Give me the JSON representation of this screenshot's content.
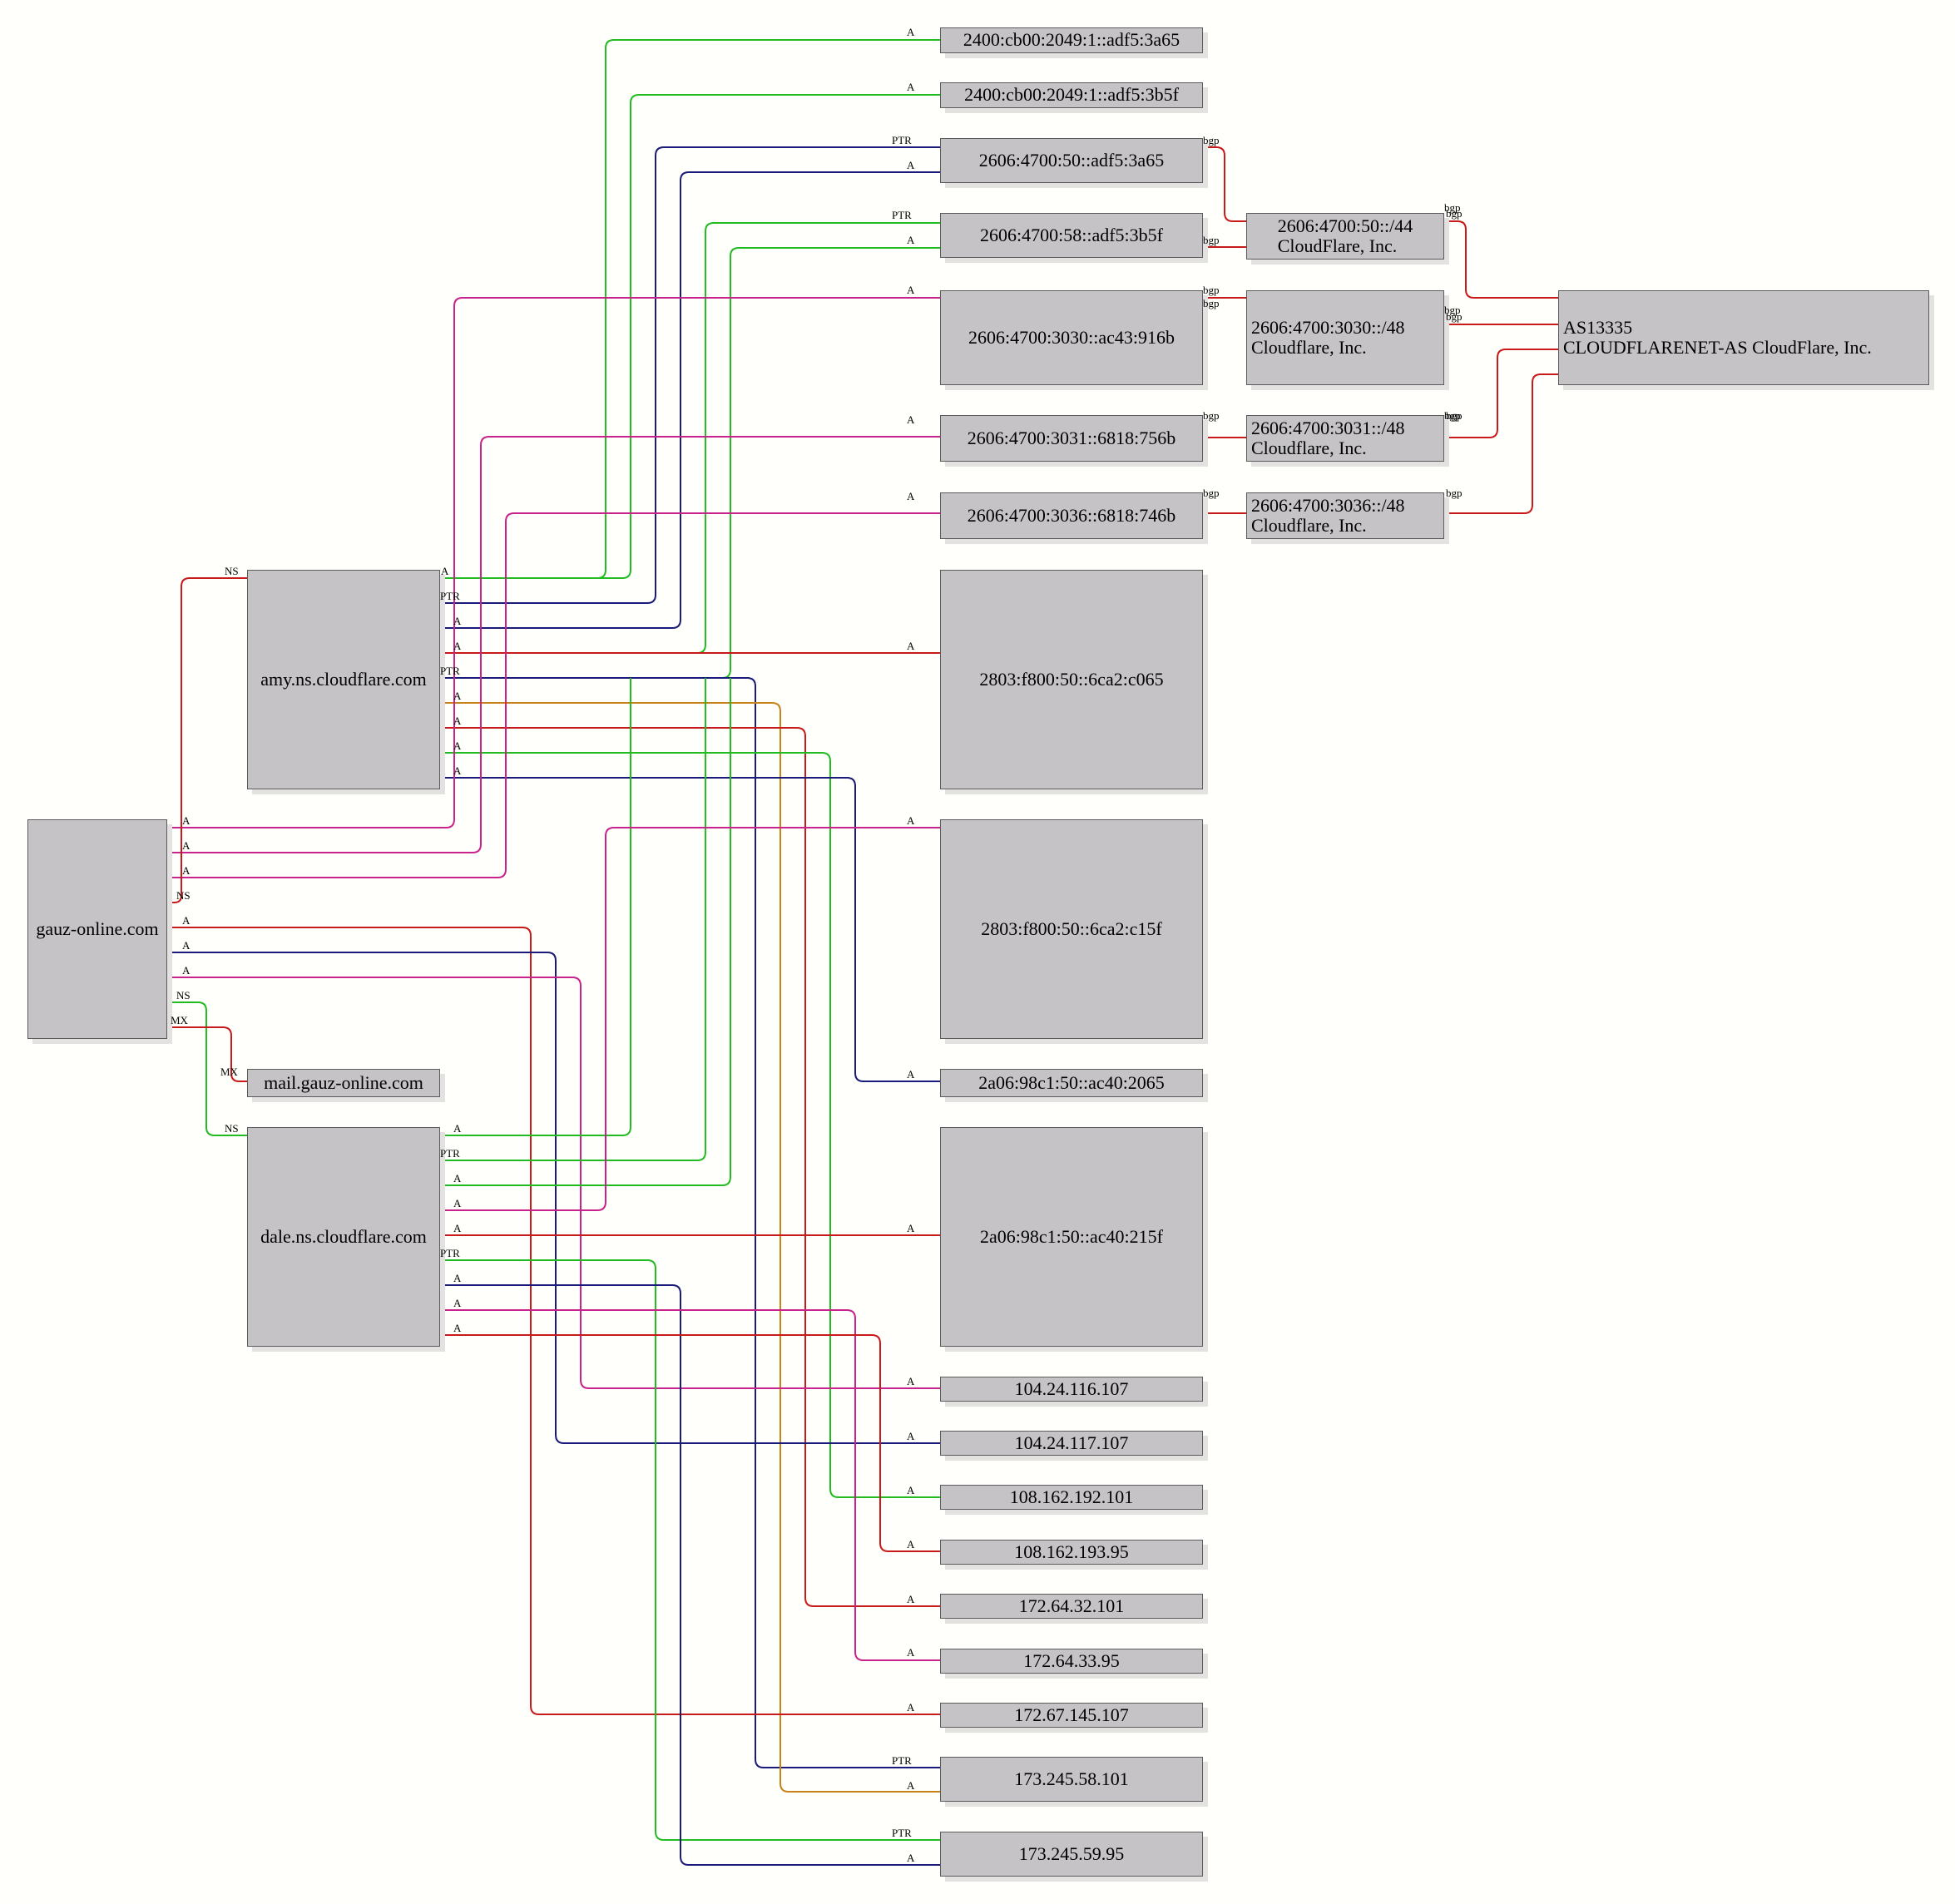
{
  "colors": {
    "green": "#22bb22",
    "navy": "#1a1a7a",
    "red": "#c81a1a",
    "magenta": "#c8238c",
    "orange": "#c8821a",
    "node_fill": "#c5c3c6",
    "node_border": "#5c5a5d",
    "background": "#fffffb"
  },
  "nodes": {
    "gauz": {
      "label": "gauz-online.com"
    },
    "amy": {
      "label": "amy.ns.cloudflare.com"
    },
    "dale": {
      "label": "dale.ns.cloudflare.com"
    },
    "mail": {
      "label": "mail.gauz-online.com"
    },
    "v6_2400_3a65": {
      "label": "2400:cb00:2049:1::adf5:3a65"
    },
    "v6_2400_3b5f": {
      "label": "2400:cb00:2049:1::adf5:3b5f"
    },
    "v6_2606_50_3a65": {
      "label": "2606:4700:50::adf5:3a65"
    },
    "v6_2606_58_3b5f": {
      "label": "2606:4700:58::adf5:3b5f"
    },
    "v6_3030_916b": {
      "label": "2606:4700:3030::ac43:916b"
    },
    "v6_3031_756b": {
      "label": "2606:4700:3031::6818:756b"
    },
    "v6_3036_746b": {
      "label": "2606:4700:3036::6818:746b"
    },
    "v6_2803_c065": {
      "label": "2803:f800:50::6ca2:c065"
    },
    "v6_2803_c15f": {
      "label": "2803:f800:50::6ca2:c15f"
    },
    "v6_2a06_2065": {
      "label": "2a06:98c1:50::ac40:2065"
    },
    "v6_2a06_215f": {
      "label": "2a06:98c1:50::ac40:215f"
    },
    "ip_104_24_116_107": {
      "label": "104.24.116.107"
    },
    "ip_104_24_117_107": {
      "label": "104.24.117.107"
    },
    "ip_108_162_192_101": {
      "label": "108.162.192.101"
    },
    "ip_108_162_193_95": {
      "label": "108.162.193.95"
    },
    "ip_172_64_32_101": {
      "label": "172.64.32.101"
    },
    "ip_172_64_33_95": {
      "label": "172.64.33.95"
    },
    "ip_172_67_145_107": {
      "label": "172.67.145.107"
    },
    "ip_173_245_58_101": {
      "label": "173.245.58.101"
    },
    "ip_173_245_59_95": {
      "label": "173.245.59.95"
    },
    "pfx_50_44": {
      "line1": "2606:4700:50::/44",
      "line2": "CloudFlare, Inc."
    },
    "pfx_3030_48": {
      "line1": "2606:4700:3030::/48",
      "line2": "Cloudflare, Inc."
    },
    "pfx_3031_48": {
      "line1": "2606:4700:3031::/48",
      "line2": "Cloudflare, Inc."
    },
    "pfx_3036_48": {
      "line1": "2606:4700:3036::/48",
      "line2": "Cloudflare, Inc."
    },
    "as13335": {
      "line1": "AS13335",
      "line2": "CLOUDFLARENET-AS CloudFlare, Inc."
    }
  },
  "edge_labels": {
    "a": "A",
    "ptr": "PTR",
    "ns": "NS",
    "mx": "MX",
    "bgp": "bgp"
  }
}
